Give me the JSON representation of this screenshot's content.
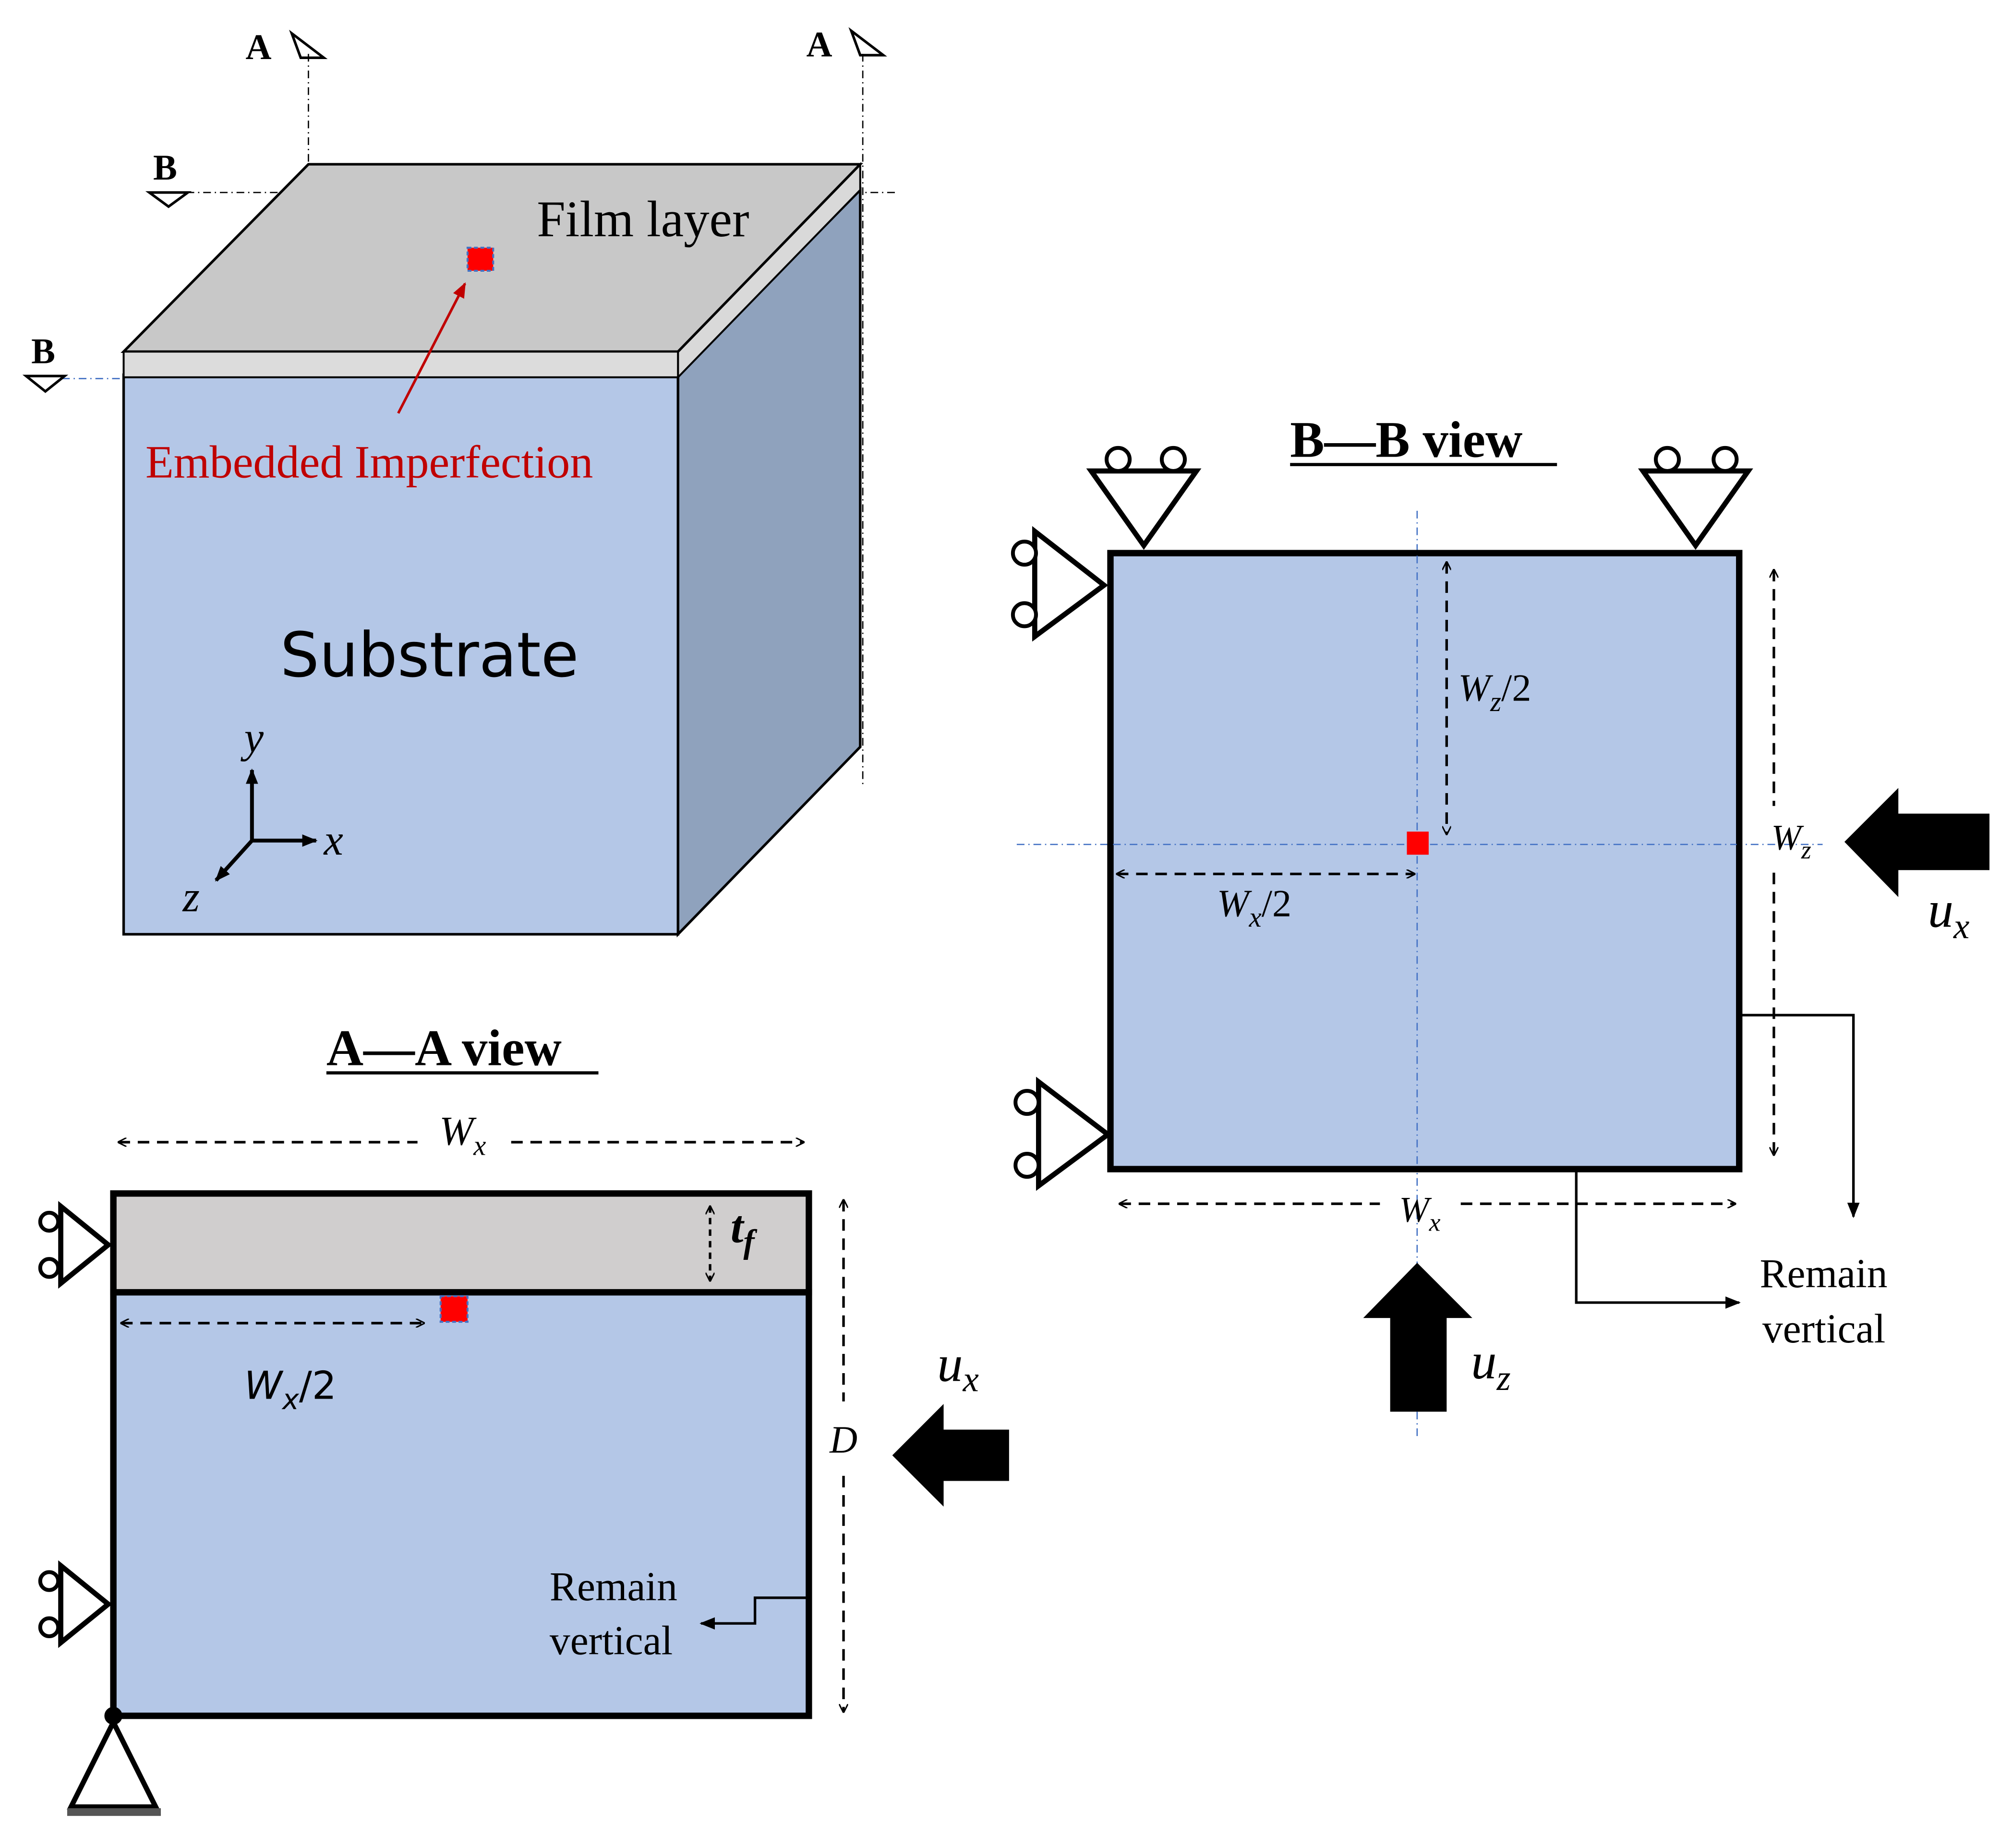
{
  "iso": {
    "film_label": "Film layer",
    "substrate_label": "Substrate",
    "imperfection_label": "Embedded Imperfection",
    "section_a_left": "A",
    "section_a_right": "A",
    "section_b_top": "B",
    "section_b_bottom": "B",
    "axis_y": "y",
    "axis_x": "x",
    "axis_z": "z"
  },
  "aa_view": {
    "title": "A—A view",
    "width_label": "W",
    "width_sub": "x",
    "half_width_label": "W",
    "half_width_sub": "x",
    "half_width_suffix": "/2",
    "thickness_label": "t",
    "thickness_sub": "f",
    "depth_label": "D",
    "load_label": "u",
    "load_sub": "x",
    "remain_line1": "Remain",
    "remain_line2": "vertical"
  },
  "bb_view": {
    "title": "B—B view",
    "half_z_label": "W",
    "half_z_sub": "z",
    "half_z_suffix": "/2",
    "half_x_label": "W",
    "half_x_sub": "x",
    "half_x_suffix": "/2",
    "wz_label": "W",
    "wz_sub": "z",
    "wx_label": "W",
    "wx_sub": "x",
    "load_x_label": "u",
    "load_x_sub": "x",
    "load_z_label": "u",
    "load_z_sub": "z",
    "remain_line1": "Remain",
    "remain_line2": "vertical"
  },
  "colors": {
    "substrate": "#b4c7e7",
    "substrate_side": "#8fa2bd",
    "film": "#d0cece",
    "film_top": "#c8c8c8",
    "imperfection": "#ff0000",
    "imperfection_arrow": "#c00000",
    "centerline": "#4472c4",
    "outline": "#000000"
  }
}
